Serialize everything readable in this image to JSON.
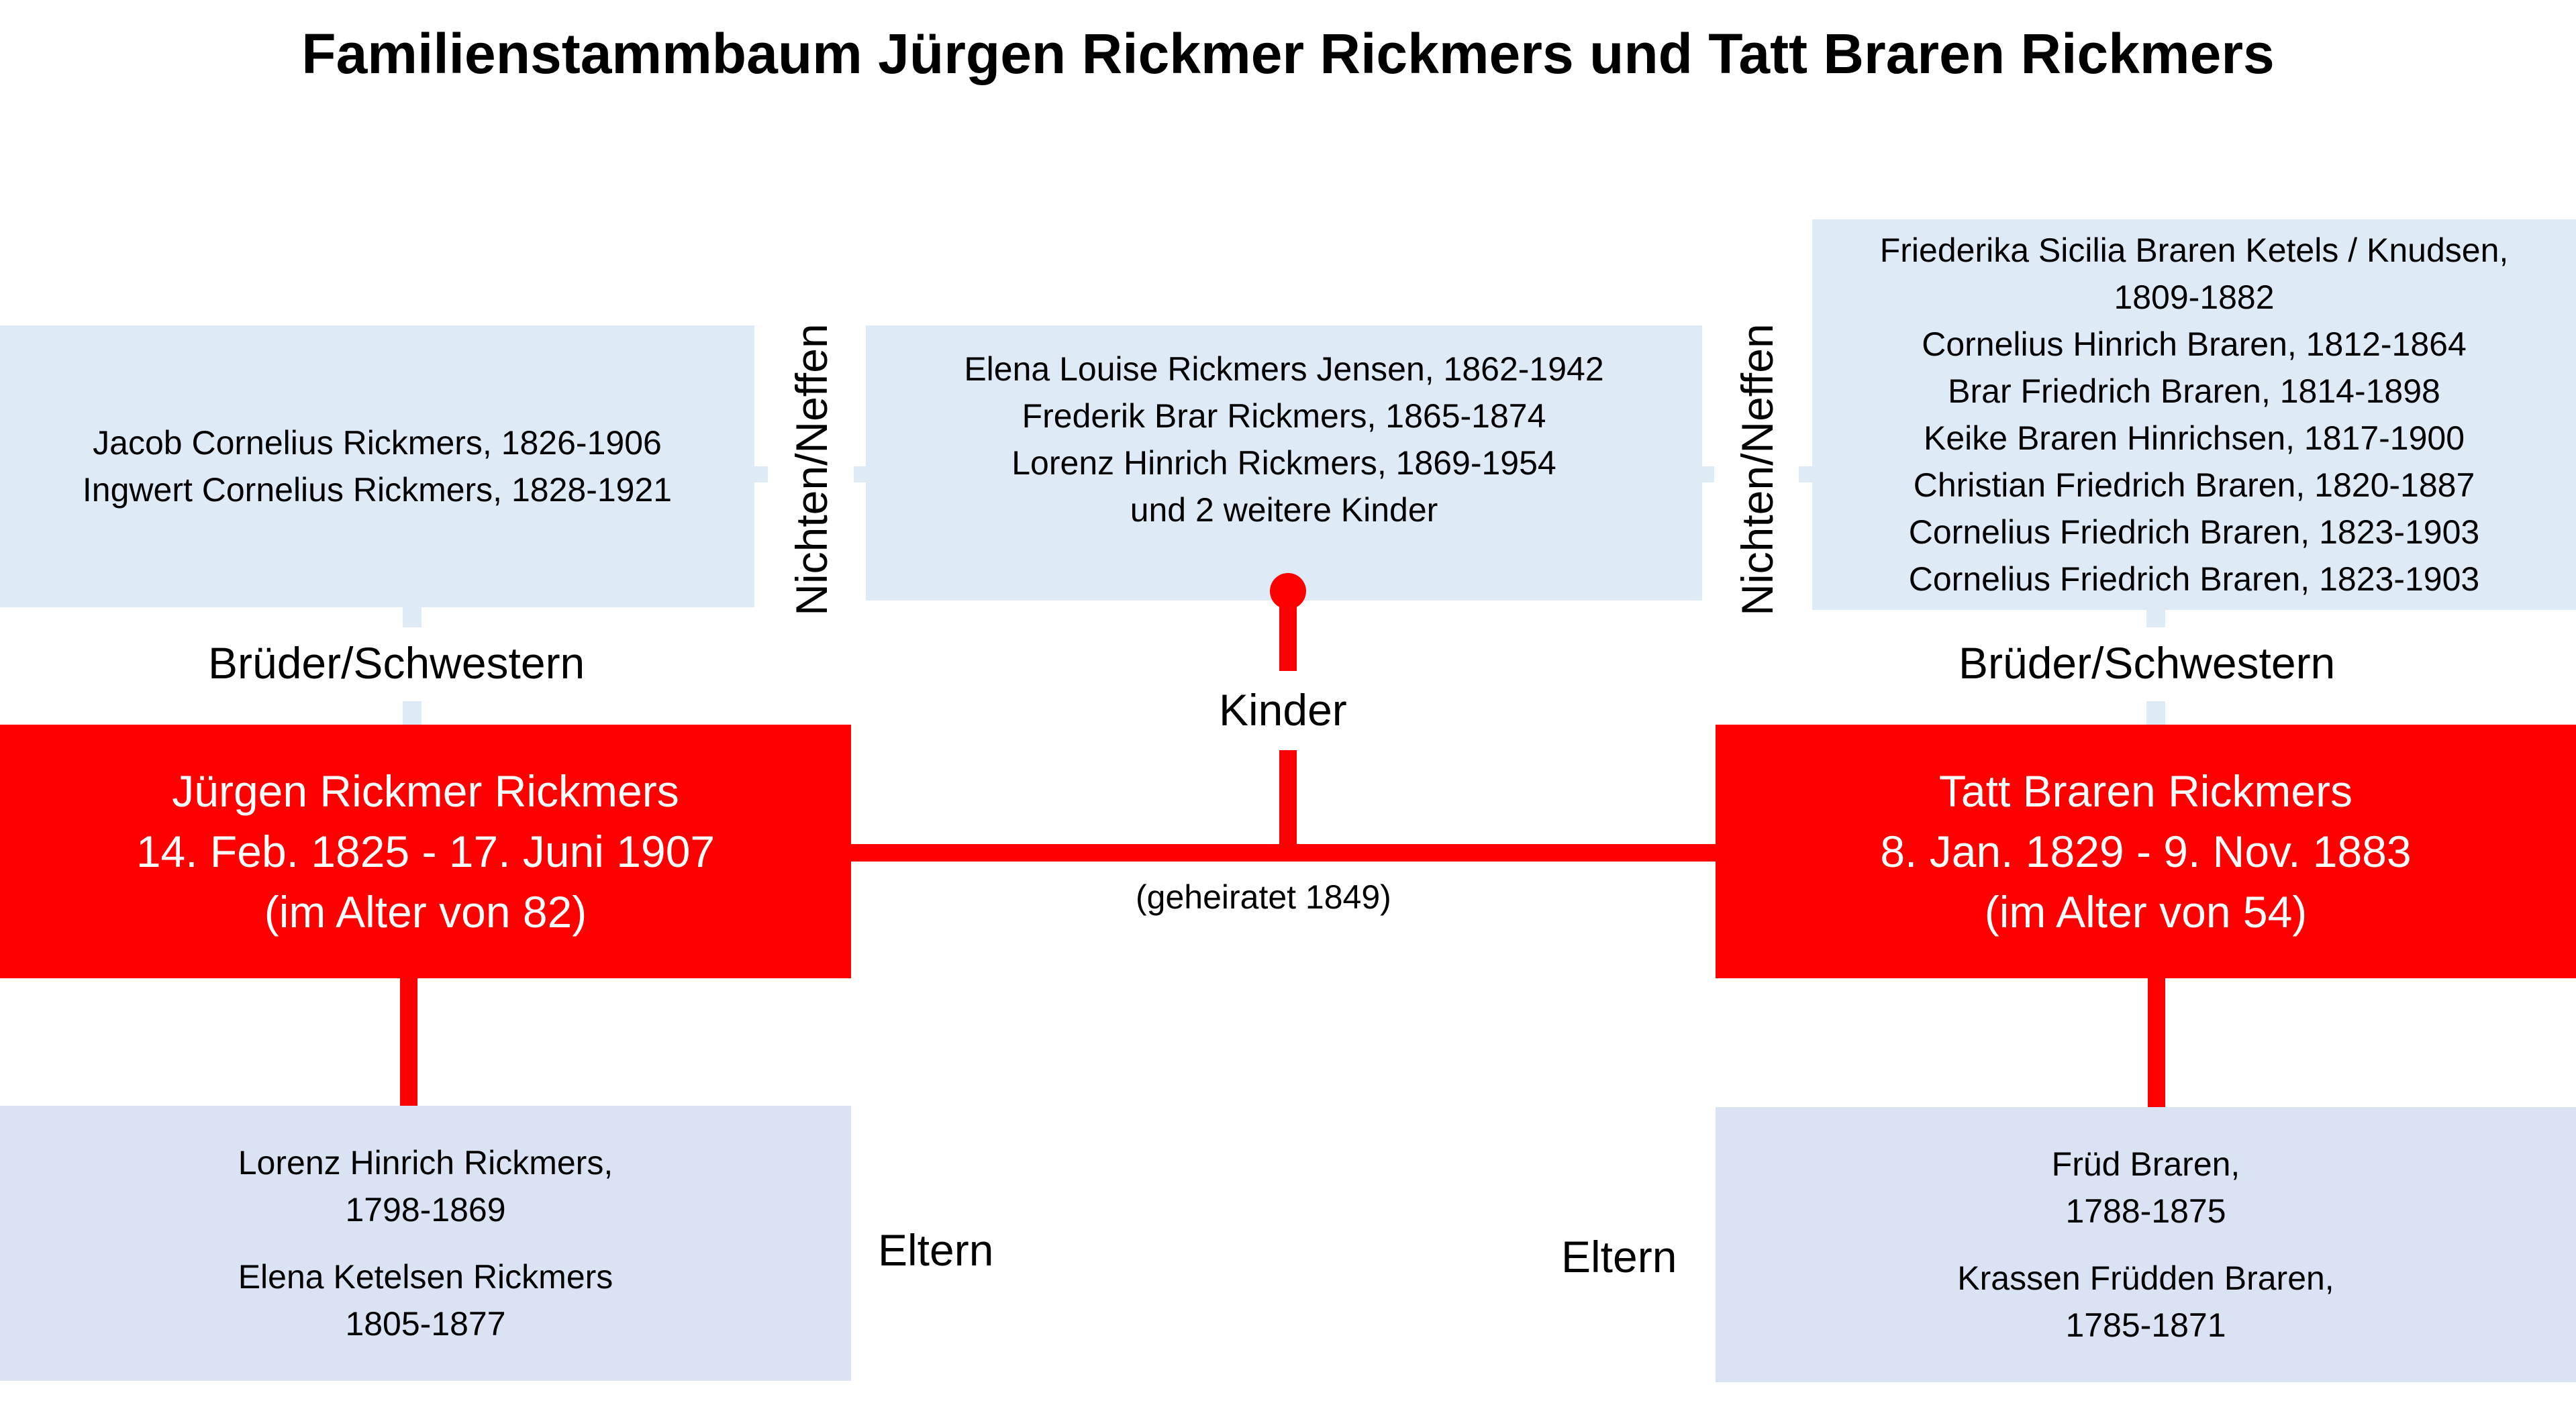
{
  "title": "Familienstammbaum Jürgen Rickmer Rickmers und Tatt Braren Rickmers",
  "colors": {
    "accent": "#ff0000",
    "box_light": "#deeaf6",
    "box_parents": "#dae3f3"
  },
  "left_siblings": [
    "Jacob Cornelius Rickmers, 1826-1906",
    "Ingwert Cornelius Rickmers, 1828-1921"
  ],
  "children": [
    "Elena Louise Rickmers Jensen, 1862-1942",
    "Frederik Brar Rickmers, 1865-1874",
    "Lorenz Hinrich Rickmers, 1869-1954",
    "und 2 weitere Kinder"
  ],
  "right_siblings": [
    "Friederika Sicilia Braren Ketels / Knudsen,",
    "1809-1882",
    "Cornelius Hinrich Braren, 1812-1864",
    "Brar Friedrich Braren, 1814-1898",
    "Keike Braren Hinrichsen, 1817-1900",
    "Christian Friedrich Braren, 1820-1887",
    "Cornelius Friedrich Braren, 1823-1903",
    "Cornelius Friedrich Braren, 1823-1903"
  ],
  "labels": {
    "siblings_left": "Brüder/Schwestern",
    "siblings_right": "Brüder/Schwestern",
    "nieces_left": "Nichten/Neffen",
    "nieces_right": "Nichten/Neffen",
    "children": "Kinder",
    "married": "(geheiratet 1849)",
    "parents_left": "Eltern",
    "parents_right": "Eltern"
  },
  "person_left": {
    "name": "Jürgen Rickmer Rickmers",
    "dates": "14. Feb. 1825 - 17. Juni 1907",
    "age": "(im Alter von 82)"
  },
  "person_right": {
    "name": "Tatt Braren Rickmers",
    "dates": "8. Jan. 1829 - 9. Nov. 1883",
    "age": "(im Alter von 54)"
  },
  "parents_left": [
    {
      "name": "Lorenz Hinrich Rickmers,",
      "years": "1798-1869"
    },
    {
      "name": "Elena Ketelsen Rickmers",
      "years": "1805-1877"
    }
  ],
  "parents_right": [
    {
      "name": "Früd Braren,",
      "years": "1788-1875"
    },
    {
      "name": "Krassen Früdden Braren,",
      "years": "1785-1871"
    }
  ]
}
